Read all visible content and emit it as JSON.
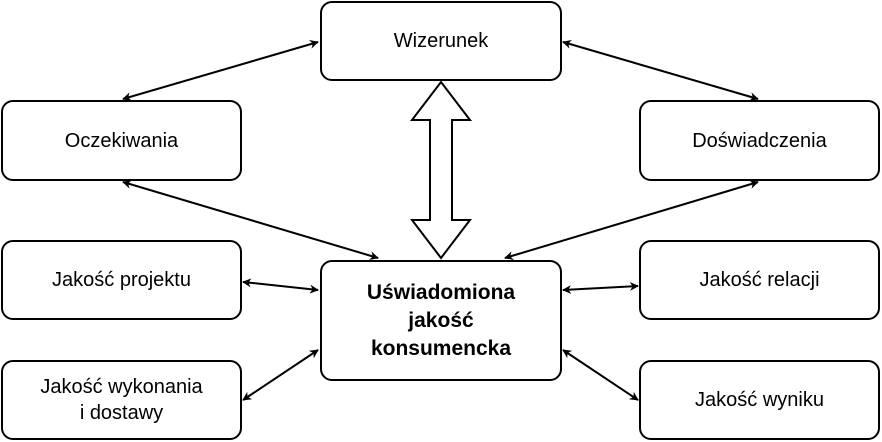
{
  "diagram": {
    "nodes": {
      "wizerunek": "Wizerunek",
      "oczekiwania": "Oczekiwania",
      "doswiadczenia": "Doświadczenia",
      "projekt": "Jakość projektu",
      "relacje": "Jakość relacji",
      "wykonanie": "Jakość wykonania\ni dostawy",
      "wynik": "Jakość wyniku",
      "center": "Uświadomiona\njakość\nkonsumencka"
    }
  }
}
